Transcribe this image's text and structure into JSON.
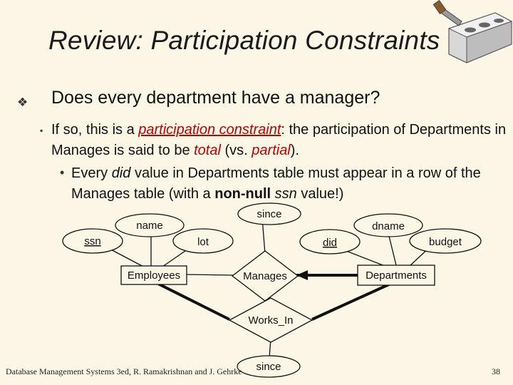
{
  "slide": {
    "title": "Review: Participation Constraints",
    "page_number": "38",
    "footer": "Database Management Systems 3ed, R. Ramakrishnan and J. Gehrke"
  },
  "bullets": {
    "level1": {
      "text": "Does every department have a manager?"
    },
    "level2": {
      "p1": "If so, this is a ",
      "term": "participation constraint",
      "p2": ":  the participation of Departments in Manages is said to be ",
      "total": "total",
      "p3": " (vs. ",
      "partial": "partial",
      "p4": ")."
    },
    "level3": {
      "p1": "Every ",
      "did": "did",
      "p2": " value in Departments table must appear in a row of the Manages table (with a ",
      "nonnull": "non-null",
      "p3": " ",
      "ssn": "ssn",
      "p4": " value!)"
    }
  },
  "diagram": {
    "entities": {
      "employees": "Employees",
      "departments": "Departments"
    },
    "relationships": {
      "manages": "Manages",
      "works_in": "Works_In"
    },
    "attributes": {
      "ssn": "ssn",
      "name": "name",
      "lot": "lot",
      "since_manages": "since",
      "did": "did",
      "dname": "dname",
      "budget": "budget",
      "since_works": "since"
    }
  },
  "colors": {
    "background": "#fbf6e6",
    "accent_red": "#c00000"
  }
}
